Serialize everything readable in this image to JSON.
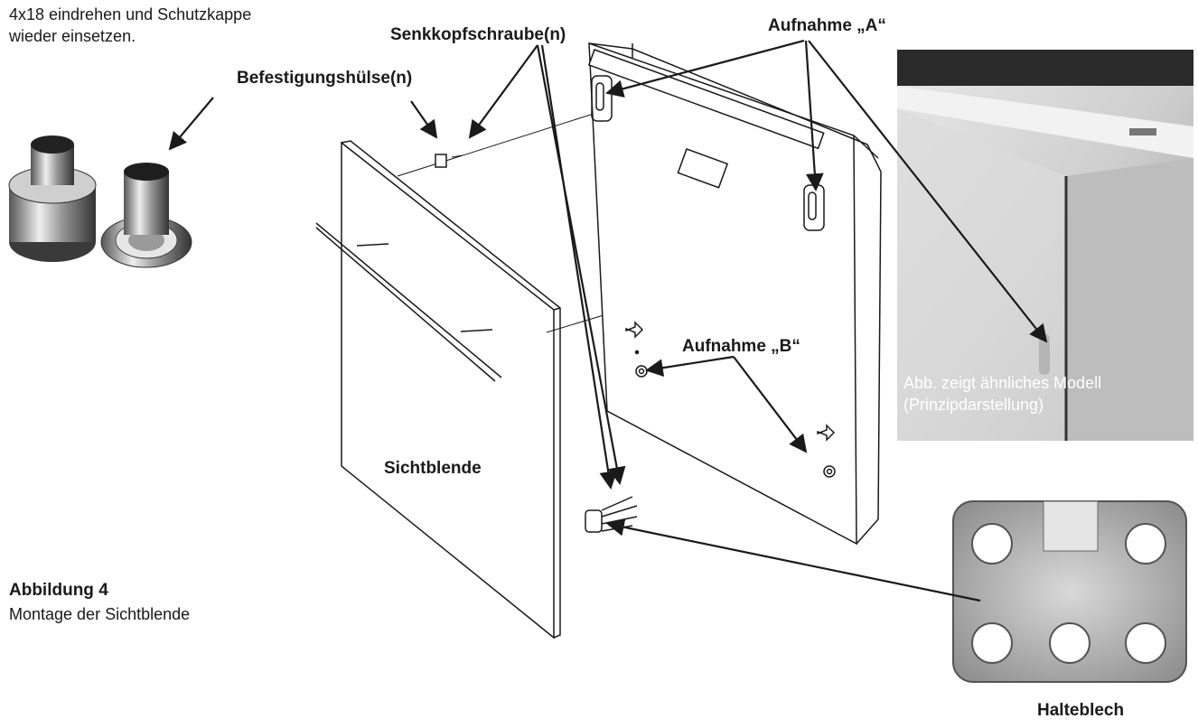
{
  "intro": {
    "line1": "4x18 eindrehen und Schutzkappe",
    "line2": "wieder einsetzen."
  },
  "labels": {
    "huelse": "Befestigungshülse(n)",
    "schraube": "Senkkopfschraube(n)",
    "aufnahme_a": "Aufnahme „A“",
    "aufnahme_b": "Aufnahme „B“",
    "sichtblende": "Sichtblende",
    "halteblech": "Halteblech"
  },
  "figure": {
    "title": "Abbildung 4",
    "subtitle": "Montage der Sichtblende"
  },
  "photo": {
    "caption_line1": "Abb. zeigt ähnliches Modell",
    "caption_line2": "(Prinzipdarstellung)"
  },
  "colors": {
    "line": "#1a1a1a",
    "photo_bg": "#8f8f8f",
    "plate": "#b9b9b9"
  }
}
